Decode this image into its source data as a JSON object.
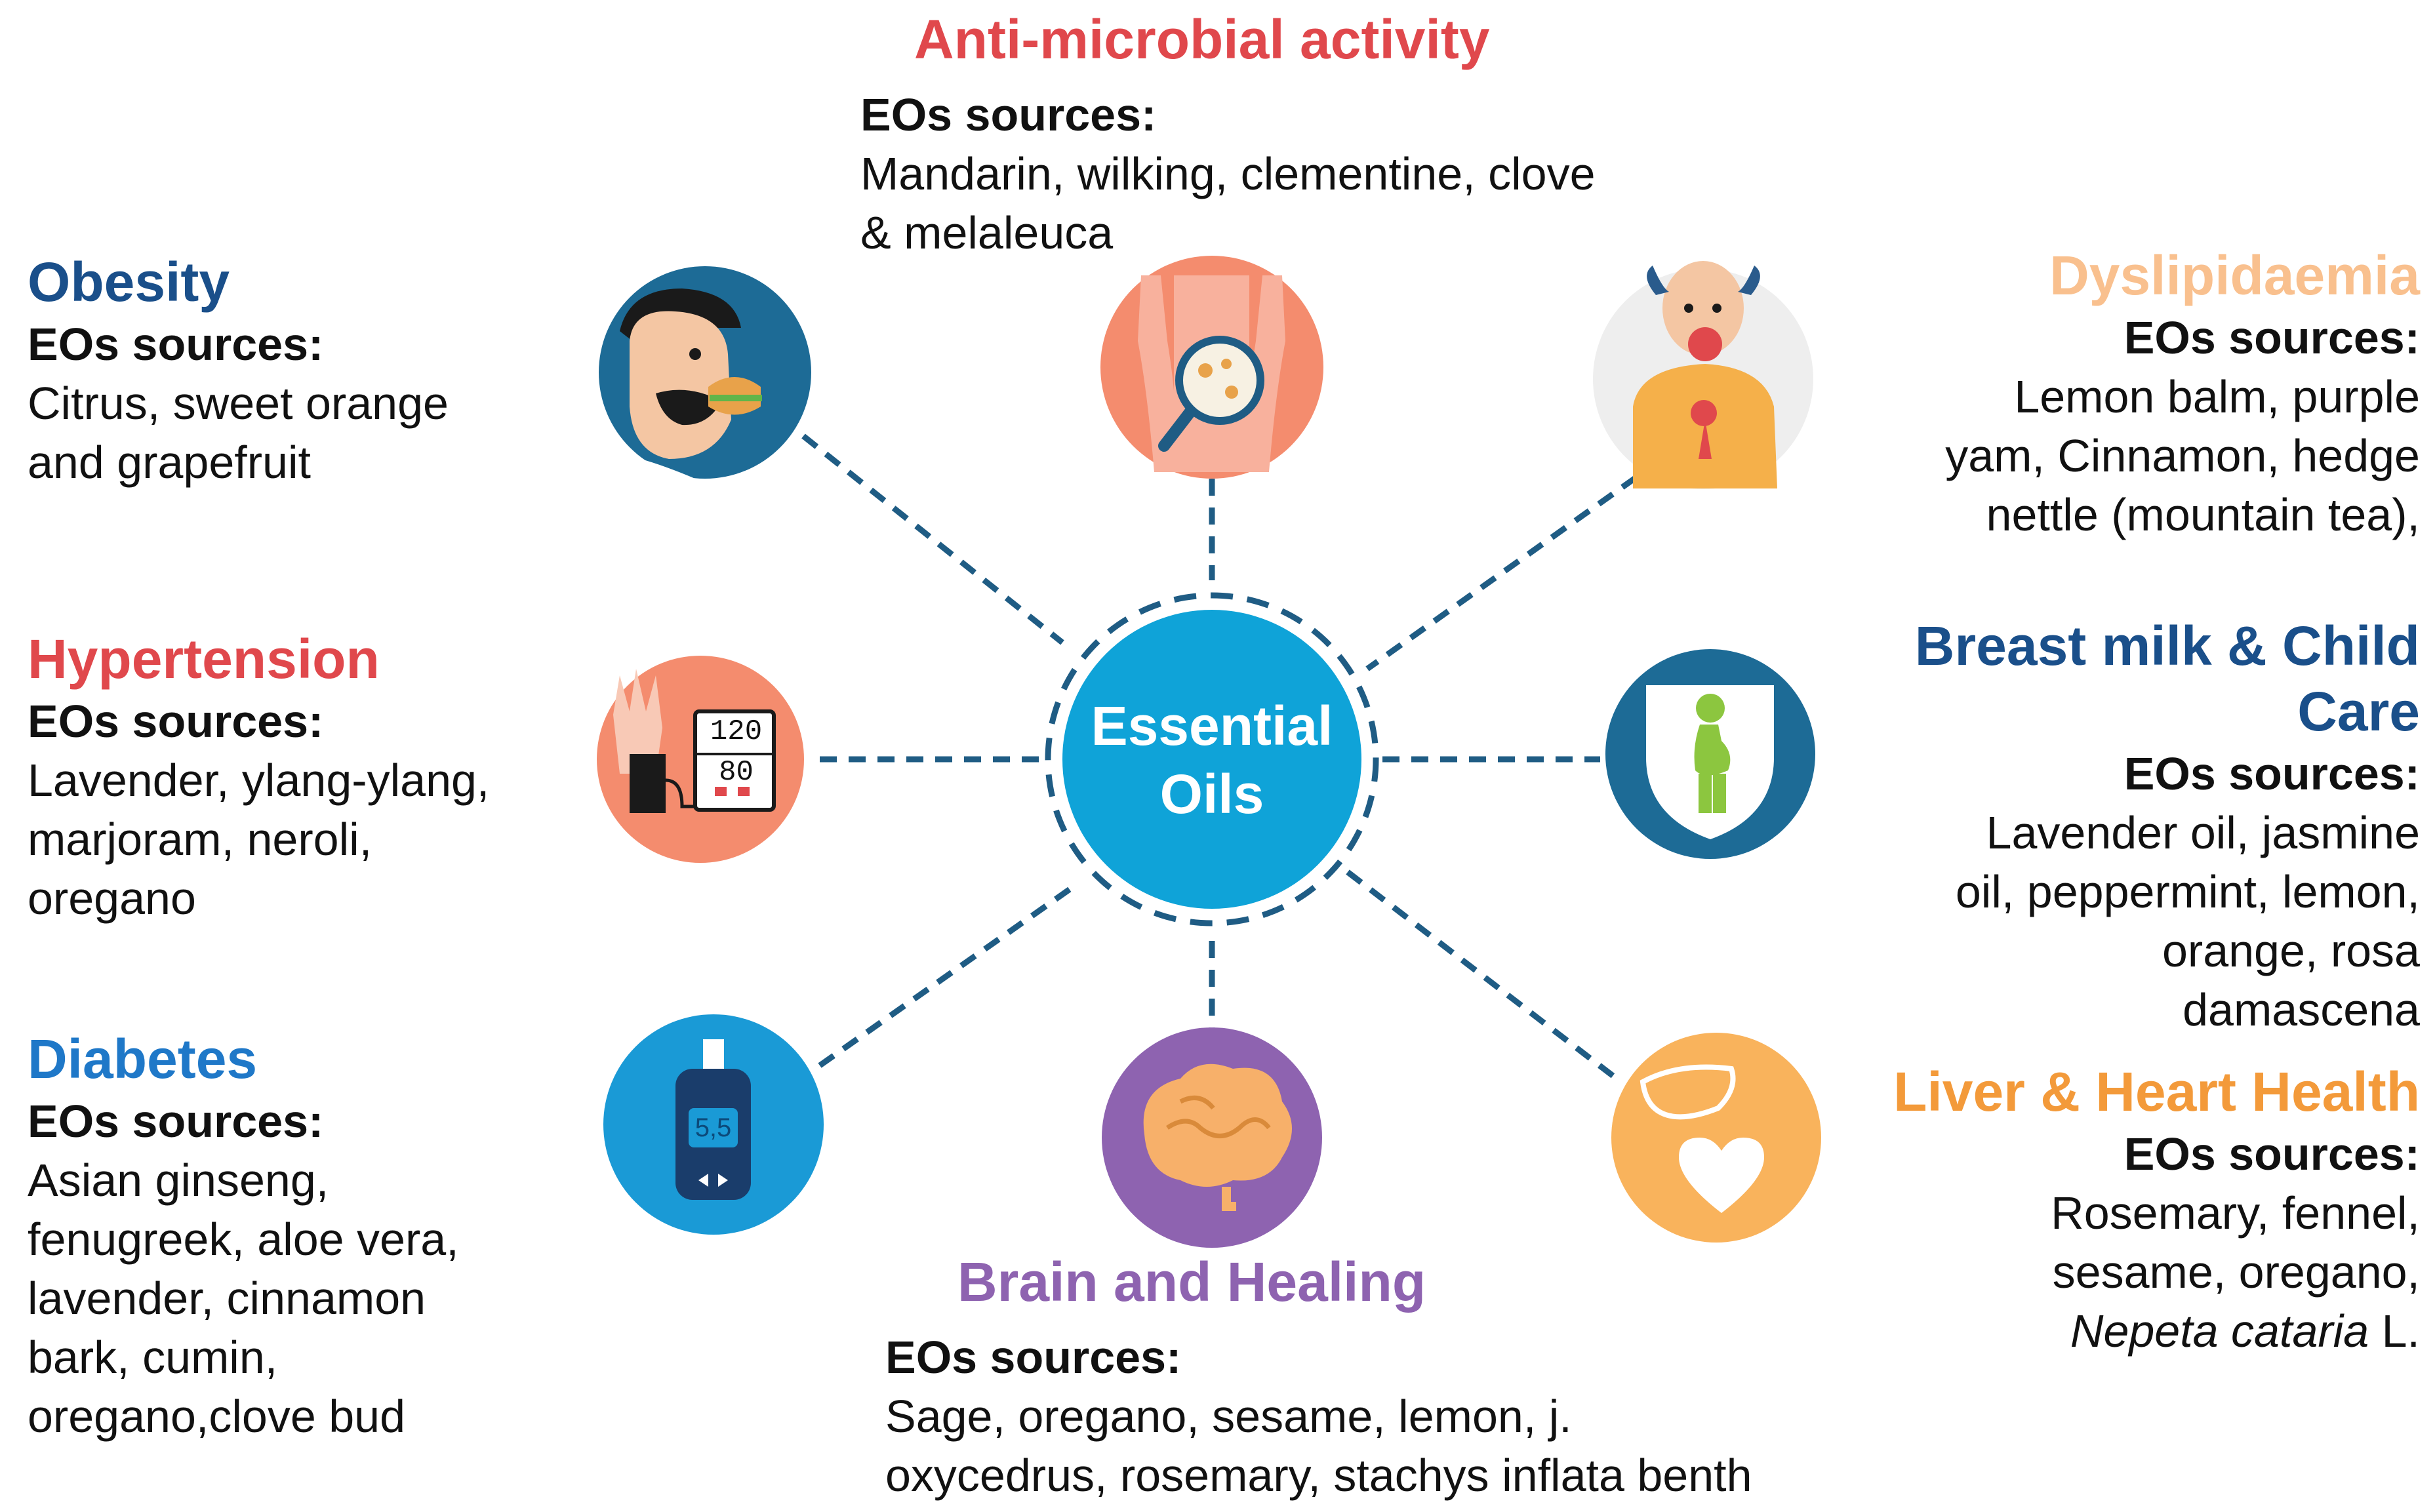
{
  "center": {
    "line1": "Essential",
    "line2": "Oils"
  },
  "colors": {
    "obesity": "#1a4f8a",
    "red": "#e0484c",
    "dyslipidaemia": "#f9c08e",
    "breast": "#1a4f8a",
    "diabetes": "#1f78c8",
    "liver": "#f39a3a",
    "brain": "#8e63b0",
    "center": "#0fa3d8",
    "line": "#1f5c84"
  },
  "nodes": {
    "antimicrobial": {
      "title": "Anti-microbial activity",
      "sources_label": "EOs sources:",
      "line1": "Mandarin, wilking,  clementine, clove",
      "line2": "& melaleuca"
    },
    "obesity": {
      "title": "Obesity",
      "sources_label": "EOs sources:",
      "line1": "Citrus, sweet orange",
      "line2": "and grapefruit"
    },
    "dyslipidaemia": {
      "title": "Dyslipidaemia",
      "sources_label": "EOs sources:",
      "line1": "Lemon balm, purple",
      "line2": "yam, Cinnamon, hedge",
      "line3": "nettle (mountain tea),"
    },
    "hypertension": {
      "title": "Hypertension",
      "sources_label": "EOs sources:",
      "line1": "Lavender, ylang-ylang,",
      "line2": "marjoram, neroli,",
      "line3": "oregano",
      "meter_top": "120",
      "meter_bottom": "80"
    },
    "breast": {
      "title1": "Breast milk & Child",
      "title2": "Care",
      "sources_label": "EOs sources:",
      "line1": "Lavender oil, jasmine",
      "line2": "oil, peppermint, lemon,",
      "line3": "orange, rosa",
      "line4": "damascena"
    },
    "diabetes": {
      "title": "Diabetes",
      "sources_label": "EOs sources:",
      "line1": "Asian ginseng,",
      "line2": "fenugreek, aloe vera,",
      "line3": "lavender, cinnamon",
      "line4": "bark, cumin,",
      "line5": "oregano,clove bud",
      "meter_value": "5,5"
    },
    "brain": {
      "title": "Brain and Healing",
      "sources_label": "EOs sources:",
      "line1": "Sage, oregano, sesame, lemon,  j.",
      "line2": "oxycedrus, rosemary, stachys inflata benth"
    },
    "liver": {
      "title": "Liver & Heart Health",
      "sources_label": "EOs sources:",
      "line1": "Rosemary, fennel,",
      "line2": "sesame, oregano,",
      "line3_italic": "Nepeta cataria",
      "line3_tail": " L."
    }
  }
}
